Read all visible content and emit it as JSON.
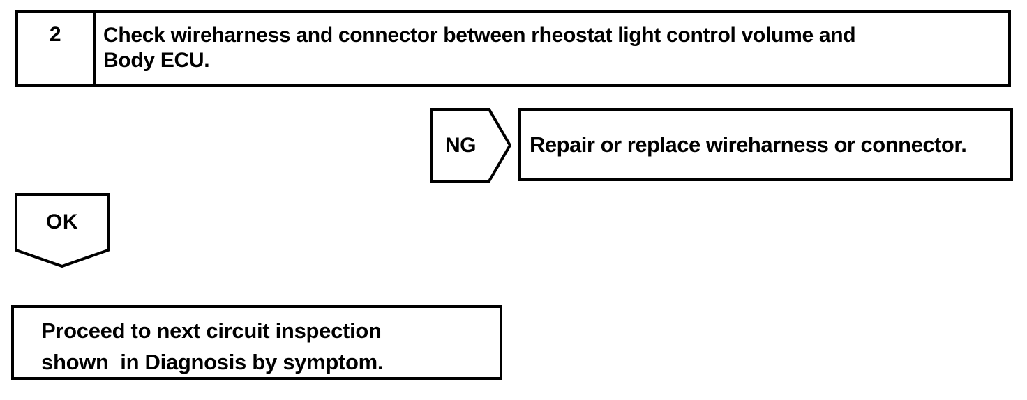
{
  "diagram": {
    "step_box": {
      "number": "2",
      "instruction_lines": [
        "Check wireharness and connector between rheostat light control volume and",
        "Body ECU."
      ]
    },
    "ng_connector": {
      "label": "NG"
    },
    "ng_result_box": {
      "text": "Repair or replace wireharness or connector."
    },
    "ok_connector": {
      "label": "OK"
    },
    "ok_result_box": {
      "text_lines": [
        "Proceed to next circuit inspection",
        "shown  in Diagnosis by symptom."
      ]
    },
    "colors": {
      "ink": "#000000",
      "paper": "#ffffff"
    }
  }
}
